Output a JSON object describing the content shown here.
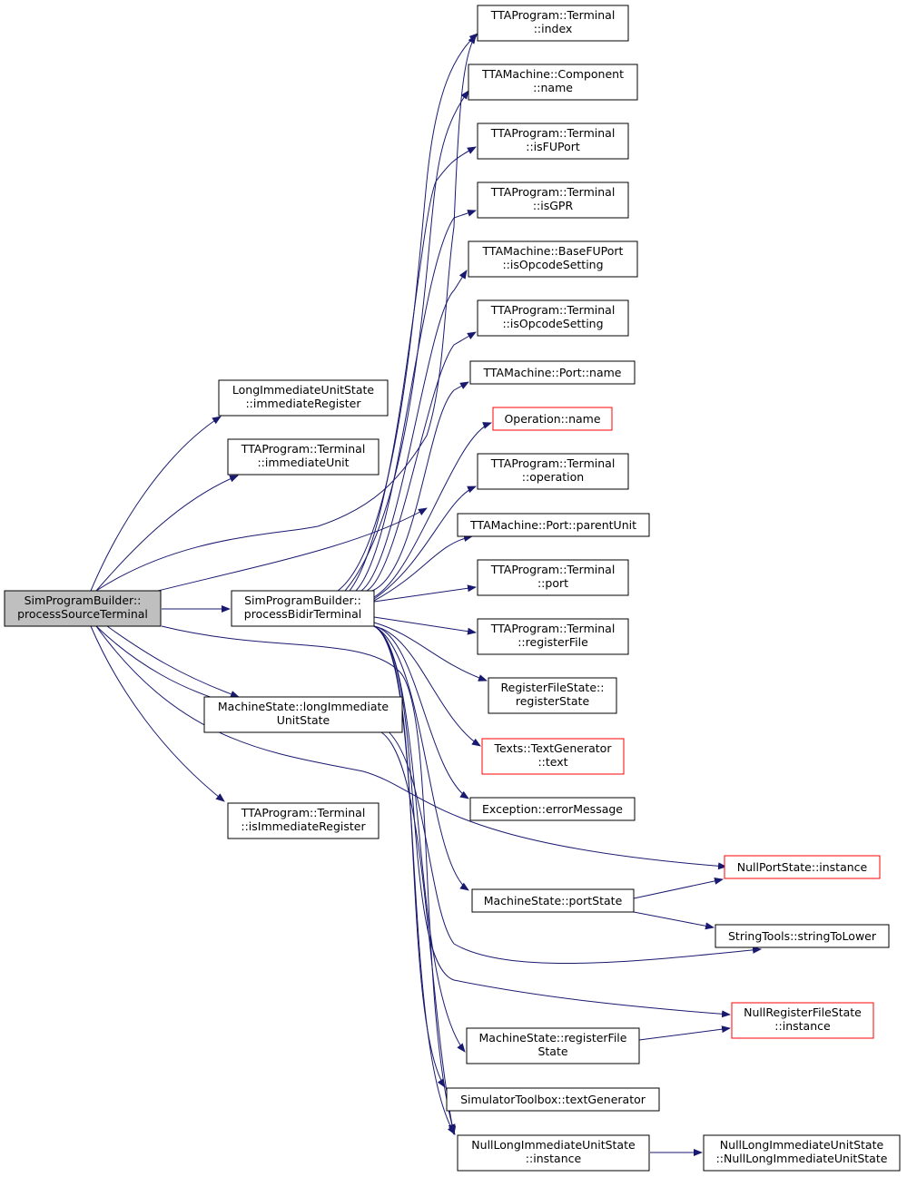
{
  "colors": {
    "edge": "#191970",
    "node_border": "#000000",
    "truncated_border": "#ff0000",
    "focus_fill": "#bfbfbf",
    "node_fill": "#ffffff"
  },
  "nodes": [
    {
      "id": "root",
      "lines": [
        "SimProgramBuilder::",
        "processSourceTerminal"
      ],
      "style": "focus"
    },
    {
      "id": "lius_immreg",
      "lines": [
        "LongImmediateUnitState",
        "::immediateRegister"
      ],
      "style": "normal"
    },
    {
      "id": "term_immunit",
      "lines": [
        "TTAProgram::Terminal",
        "::immediateUnit"
      ],
      "style": "normal"
    },
    {
      "id": "bidir",
      "lines": [
        "SimProgramBuilder::",
        "processBidirTerminal"
      ],
      "style": "normal"
    },
    {
      "id": "ms_lius",
      "lines": [
        "MachineState::longImmediate",
        "UnitState"
      ],
      "style": "normal"
    },
    {
      "id": "term_isimmreg",
      "lines": [
        "TTAProgram::Terminal",
        "::isImmediateRegister"
      ],
      "style": "normal"
    },
    {
      "id": "term_index",
      "lines": [
        "TTAProgram::Terminal",
        "::index"
      ],
      "style": "normal"
    },
    {
      "id": "comp_name",
      "lines": [
        "TTAMachine::Component",
        "::name"
      ],
      "style": "normal"
    },
    {
      "id": "term_isfuport",
      "lines": [
        "TTAProgram::Terminal",
        "::isFUPort"
      ],
      "style": "normal"
    },
    {
      "id": "term_isgpr",
      "lines": [
        "TTAProgram::Terminal",
        "::isGPR"
      ],
      "style": "normal"
    },
    {
      "id": "basefu_isopc",
      "lines": [
        "TTAMachine::BaseFUPort",
        "::isOpcodeSetting"
      ],
      "style": "normal"
    },
    {
      "id": "term_isopc",
      "lines": [
        "TTAProgram::Terminal",
        "::isOpcodeSetting"
      ],
      "style": "normal"
    },
    {
      "id": "port_name",
      "lines": [
        "TTAMachine::Port::name"
      ],
      "style": "normal"
    },
    {
      "id": "op_name",
      "lines": [
        "Operation::name"
      ],
      "style": "truncated"
    },
    {
      "id": "term_operation",
      "lines": [
        "TTAProgram::Terminal",
        "::operation"
      ],
      "style": "normal"
    },
    {
      "id": "port_parent",
      "lines": [
        "TTAMachine::Port::parentUnit"
      ],
      "style": "normal"
    },
    {
      "id": "term_port",
      "lines": [
        "TTAProgram::Terminal",
        "::port"
      ],
      "style": "normal"
    },
    {
      "id": "term_regfile",
      "lines": [
        "TTAProgram::Terminal",
        "::registerFile"
      ],
      "style": "normal"
    },
    {
      "id": "rfs_regstate",
      "lines": [
        "RegisterFileState::",
        "registerState"
      ],
      "style": "normal"
    },
    {
      "id": "textgen_text",
      "lines": [
        "Texts::TextGenerator",
        "::text"
      ],
      "style": "truncated"
    },
    {
      "id": "exc_errmsg",
      "lines": [
        "Exception::errorMessage"
      ],
      "style": "normal"
    },
    {
      "id": "nps_instance",
      "lines": [
        "NullPortState::instance"
      ],
      "style": "truncated"
    },
    {
      "id": "ms_portstate",
      "lines": [
        "MachineState::portState"
      ],
      "style": "normal"
    },
    {
      "id": "st_tolower",
      "lines": [
        "StringTools::stringToLower"
      ],
      "style": "normal"
    },
    {
      "id": "nrfs_instance",
      "lines": [
        "NullRegisterFileState",
        "::instance"
      ],
      "style": "truncated"
    },
    {
      "id": "ms_regfile",
      "lines": [
        "MachineState::registerFile",
        "State"
      ],
      "style": "normal"
    },
    {
      "id": "stb_textgen",
      "lines": [
        "SimulatorToolbox::textGenerator"
      ],
      "style": "normal"
    },
    {
      "id": "nlius_instance",
      "lines": [
        "NullLongImmediateUnitState",
        "::instance"
      ],
      "style": "normal"
    },
    {
      "id": "nlius_ctor",
      "lines": [
        "NullLongImmediateUnitState",
        "::NullLongImmediateUnitState"
      ],
      "style": "normal"
    }
  ]
}
